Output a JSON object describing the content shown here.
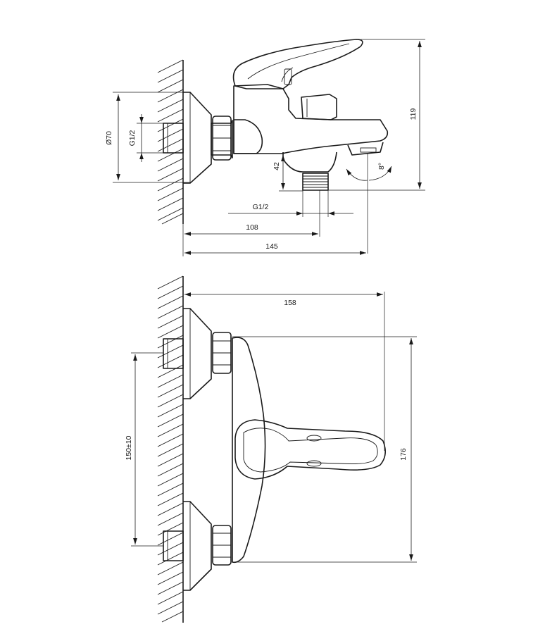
{
  "side_view": {
    "dim_diameter": "Ø70",
    "dim_inlet_thread": "G1/2",
    "dim_outlet_thread": "G1/2",
    "dim_outlet_height": "42",
    "dim_total_height": "119",
    "dim_outlet_distance": "108",
    "dim_spout_reach": "145",
    "dim_swivel_angle": "8°"
  },
  "front_view": {
    "dim_width": "158",
    "dim_height": "176",
    "dim_inlet_spacing": "150±10"
  }
}
